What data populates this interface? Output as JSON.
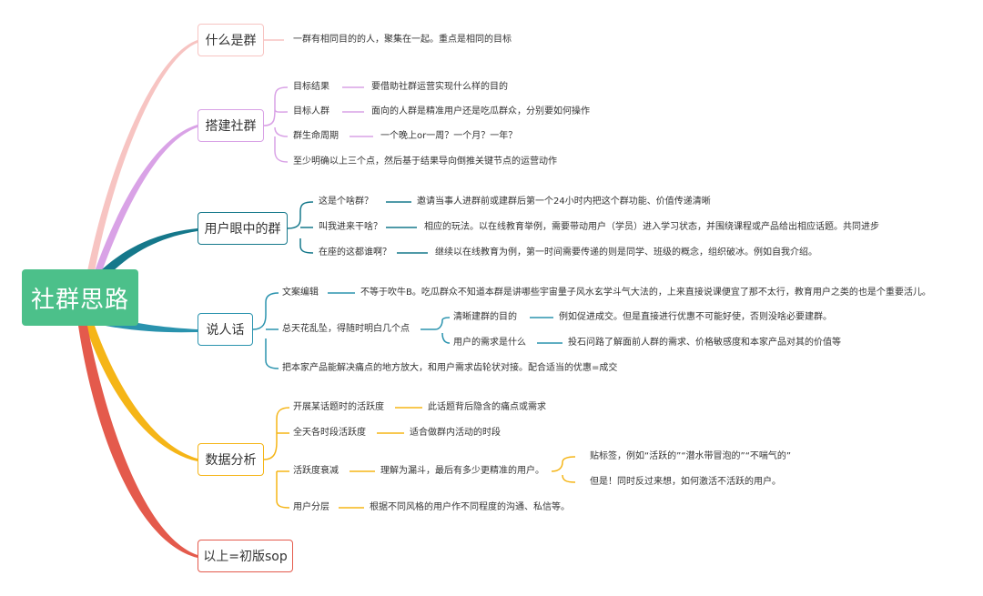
{
  "root": "社群思路",
  "branches": {
    "what": {
      "label": "什么是群",
      "leaf": "一群有相同目的的人，聚集在一起。重点是相同的目标"
    },
    "build": {
      "label": "搭建社群",
      "items": [
        {
          "label": "目标结果",
          "detail": "要借助社群运营实现什么样的目的"
        },
        {
          "label": "目标人群",
          "detail": "面向的人群是精准用户还是吃瓜群众，分别要如何操作"
        },
        {
          "label": "群生命周期",
          "detail": "一个晚上or一周？一个月？一年？"
        }
      ],
      "note": "至少明确以上三个点，然后基于结果导向倒推关键节点的运营动作"
    },
    "user_view": {
      "label": "用户眼中的群",
      "items": [
        {
          "label": "这是个啥群？",
          "detail": "邀请当事人进群前或建群后第一个24小时内把这个群功能、价值传递清晰"
        },
        {
          "label": "叫我进来干啥？",
          "detail": "相应的玩法。以在线教育举例，需要带动用户（学员）进入学习状态，并围绕课程或产品给出相应话题。共同进步"
        },
        {
          "label": "在座的这都谁啊？",
          "detail": "继续以在线教育为例，第一时间需要传递的则是同学、班级的概念，组织破冰。例如自我介绍。"
        }
      ]
    },
    "speak": {
      "label": "说人话",
      "copy_label": "文案编辑",
      "copy_detail": "不等于吹牛B。吃瓜群众不知道本群是讲哪些宇宙量子风水玄学斗气大法的，上来直接说课便宜了那不太行，教育用户之类的也是个重要活儿。",
      "points_label": "总天花乱坠，得随时明白几个点",
      "points": [
        {
          "label": "清晰建群的目的",
          "detail": "例如促进成交。但是直接进行优惠不可能好使，否则没啥必要建群。"
        },
        {
          "label": "用户的需求是什么",
          "detail": "投石问路了解面前人群的需求、价格敏感度和本家产品对其的价值等"
        }
      ],
      "note": "把本家产品能解决痛点的地方放大，和用户需求齿轮状对接。配合适当的优惠=成交"
    },
    "data": {
      "label": "数据分析",
      "items": [
        {
          "label": "开展某话题时的活跃度",
          "detail": "此话题背后隐含的痛点或需求"
        },
        {
          "label": "全天各时段活跃度",
          "detail": "适合做群内活动的时段"
        }
      ],
      "decay_label": "活跃度衰减",
      "decay_detail": "理解为漏斗，最后有多少更精准的用户。",
      "decay_subs": [
        "贴标签，例如“活跃的”“潜水带冒泡的”“不喘气的”",
        "但是！同时反过来想，如何激活不活跃的用户。"
      ],
      "layer_label": "用户分层",
      "layer_detail": "根据不同风格的用户作不同程度的沟通、私信等。"
    },
    "sop": {
      "label": "以上=初版sop"
    }
  },
  "colors": {
    "root": "#4cc08a",
    "what": "#f7c4c2",
    "build": "#d9a2e6",
    "user_view": "#15788b",
    "speak": "#2a93ae",
    "data": "#f5b517",
    "sop": "#e45a4c"
  }
}
